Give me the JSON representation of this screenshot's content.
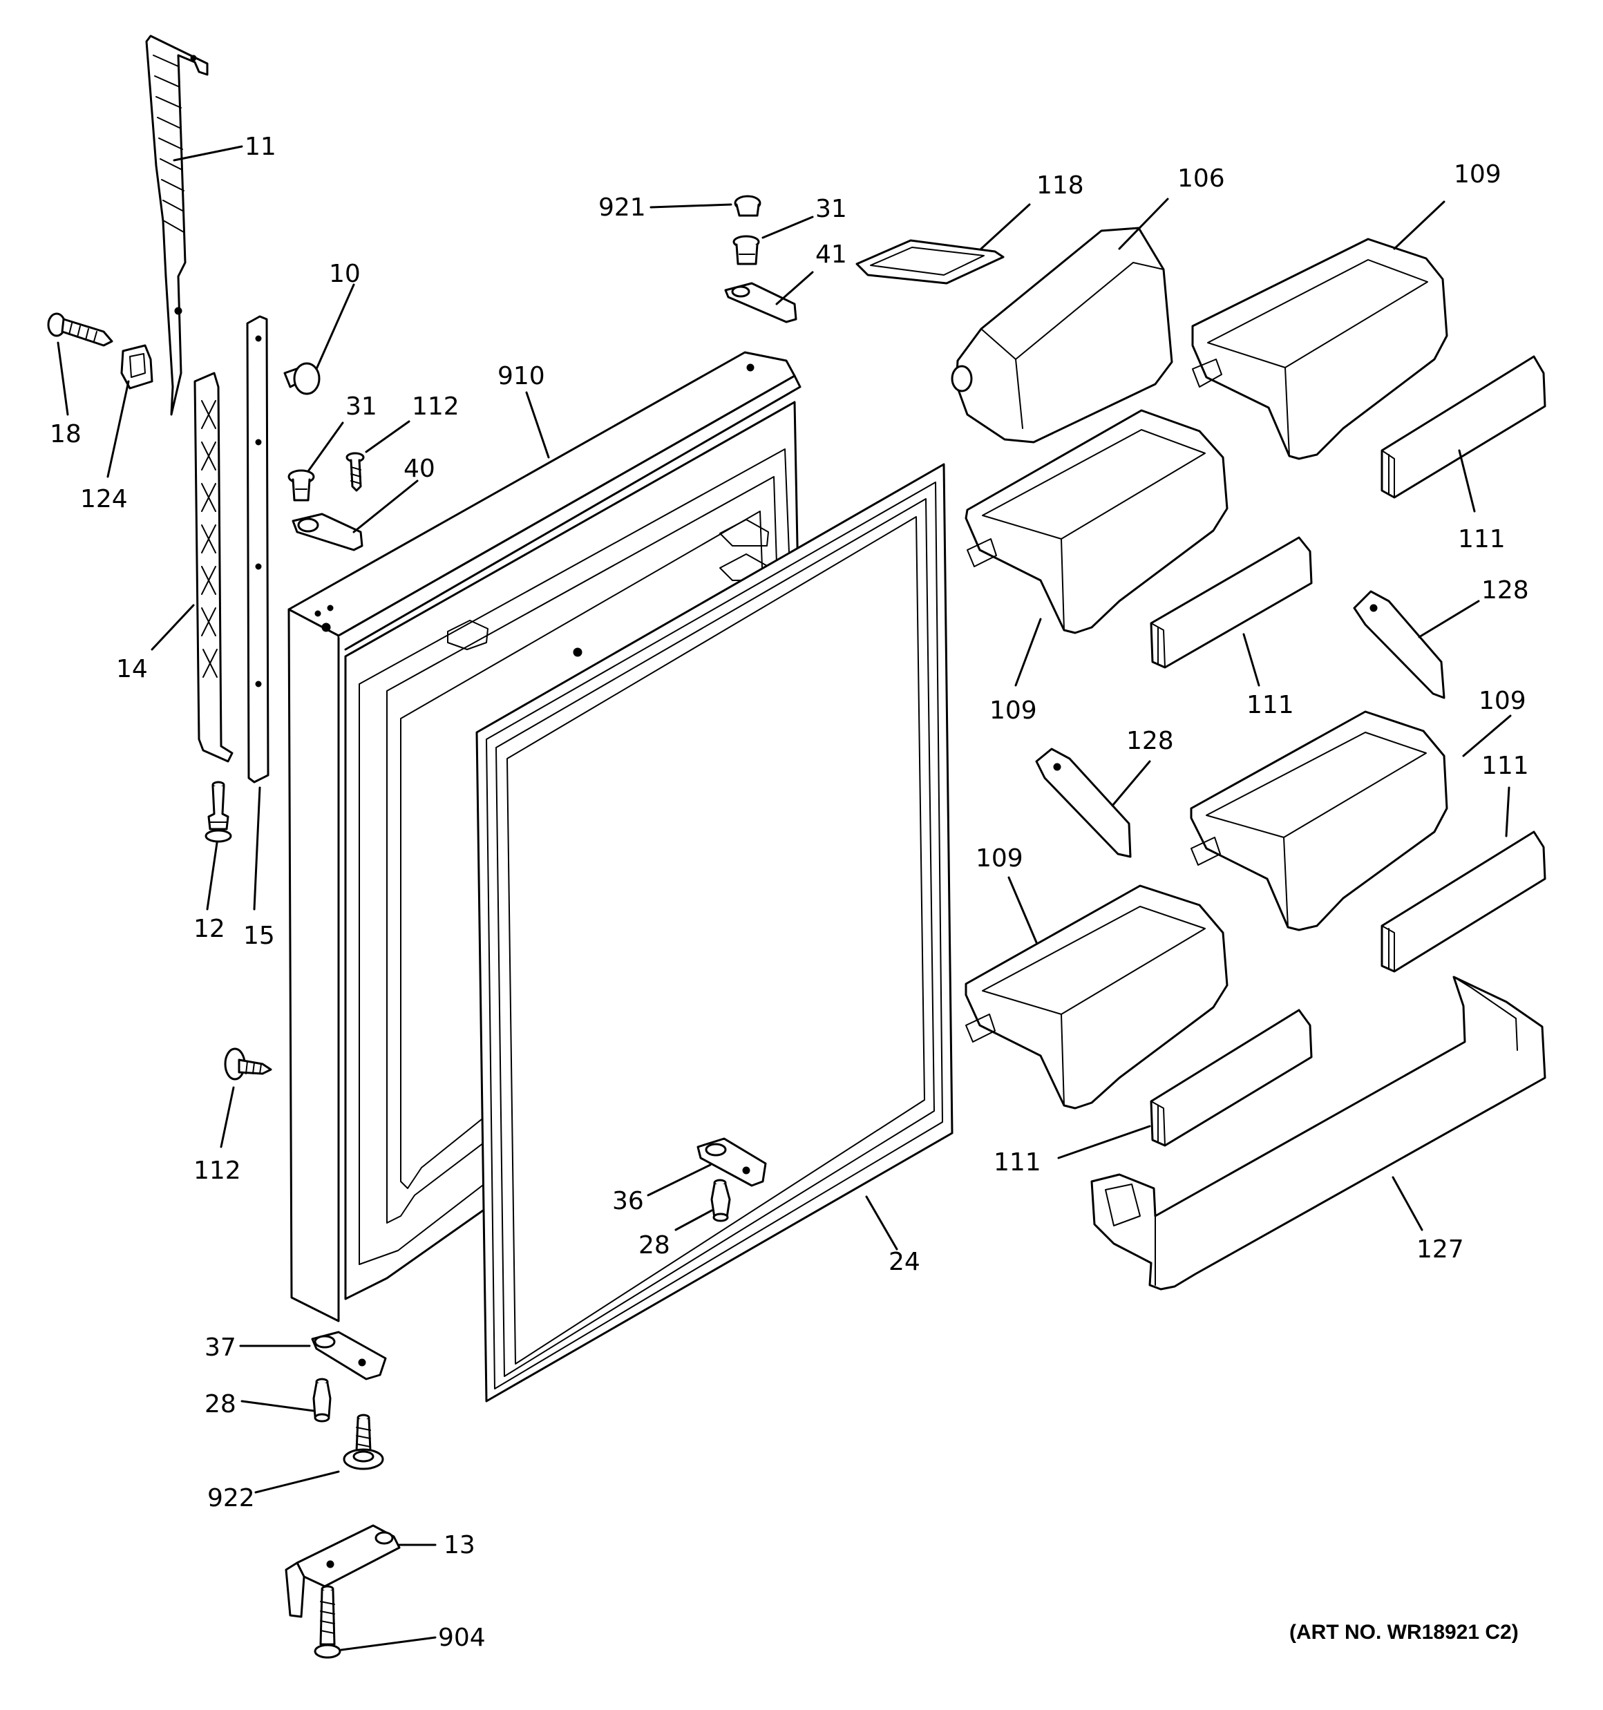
{
  "art_number": "(ART NO. WR18921 C2)",
  "callouts": [
    {
      "id": "c11",
      "label": "11"
    },
    {
      "id": "c921",
      "label": "921"
    },
    {
      "id": "c31a",
      "label": "31"
    },
    {
      "id": "c118",
      "label": "118"
    },
    {
      "id": "c106",
      "label": "106"
    },
    {
      "id": "c109a",
      "label": "109"
    },
    {
      "id": "c41",
      "label": "41"
    },
    {
      "id": "c10",
      "label": "10"
    },
    {
      "id": "c18",
      "label": "18"
    },
    {
      "id": "c124",
      "label": "124"
    },
    {
      "id": "c910",
      "label": "910"
    },
    {
      "id": "c31b",
      "label": "31"
    },
    {
      "id": "c112a",
      "label": "112"
    },
    {
      "id": "c40",
      "label": "40"
    },
    {
      "id": "c111a",
      "label": "111"
    },
    {
      "id": "c14",
      "label": "14"
    },
    {
      "id": "c128a",
      "label": "128"
    },
    {
      "id": "c109b",
      "label": "109"
    },
    {
      "id": "c111b",
      "label": "111"
    },
    {
      "id": "c109c",
      "label": "109"
    },
    {
      "id": "c128b",
      "label": "128"
    },
    {
      "id": "c111c",
      "label": "111"
    },
    {
      "id": "c109d",
      "label": "109"
    },
    {
      "id": "c12",
      "label": "12"
    },
    {
      "id": "c15",
      "label": "15"
    },
    {
      "id": "c112b",
      "label": "112"
    },
    {
      "id": "c111d",
      "label": "111"
    },
    {
      "id": "c36",
      "label": "36"
    },
    {
      "id": "c28a",
      "label": "28"
    },
    {
      "id": "c24",
      "label": "24"
    },
    {
      "id": "c127",
      "label": "127"
    },
    {
      "id": "c37",
      "label": "37"
    },
    {
      "id": "c28b",
      "label": "28"
    },
    {
      "id": "c922",
      "label": "922"
    },
    {
      "id": "c13",
      "label": "13"
    },
    {
      "id": "c904",
      "label": "904"
    }
  ]
}
